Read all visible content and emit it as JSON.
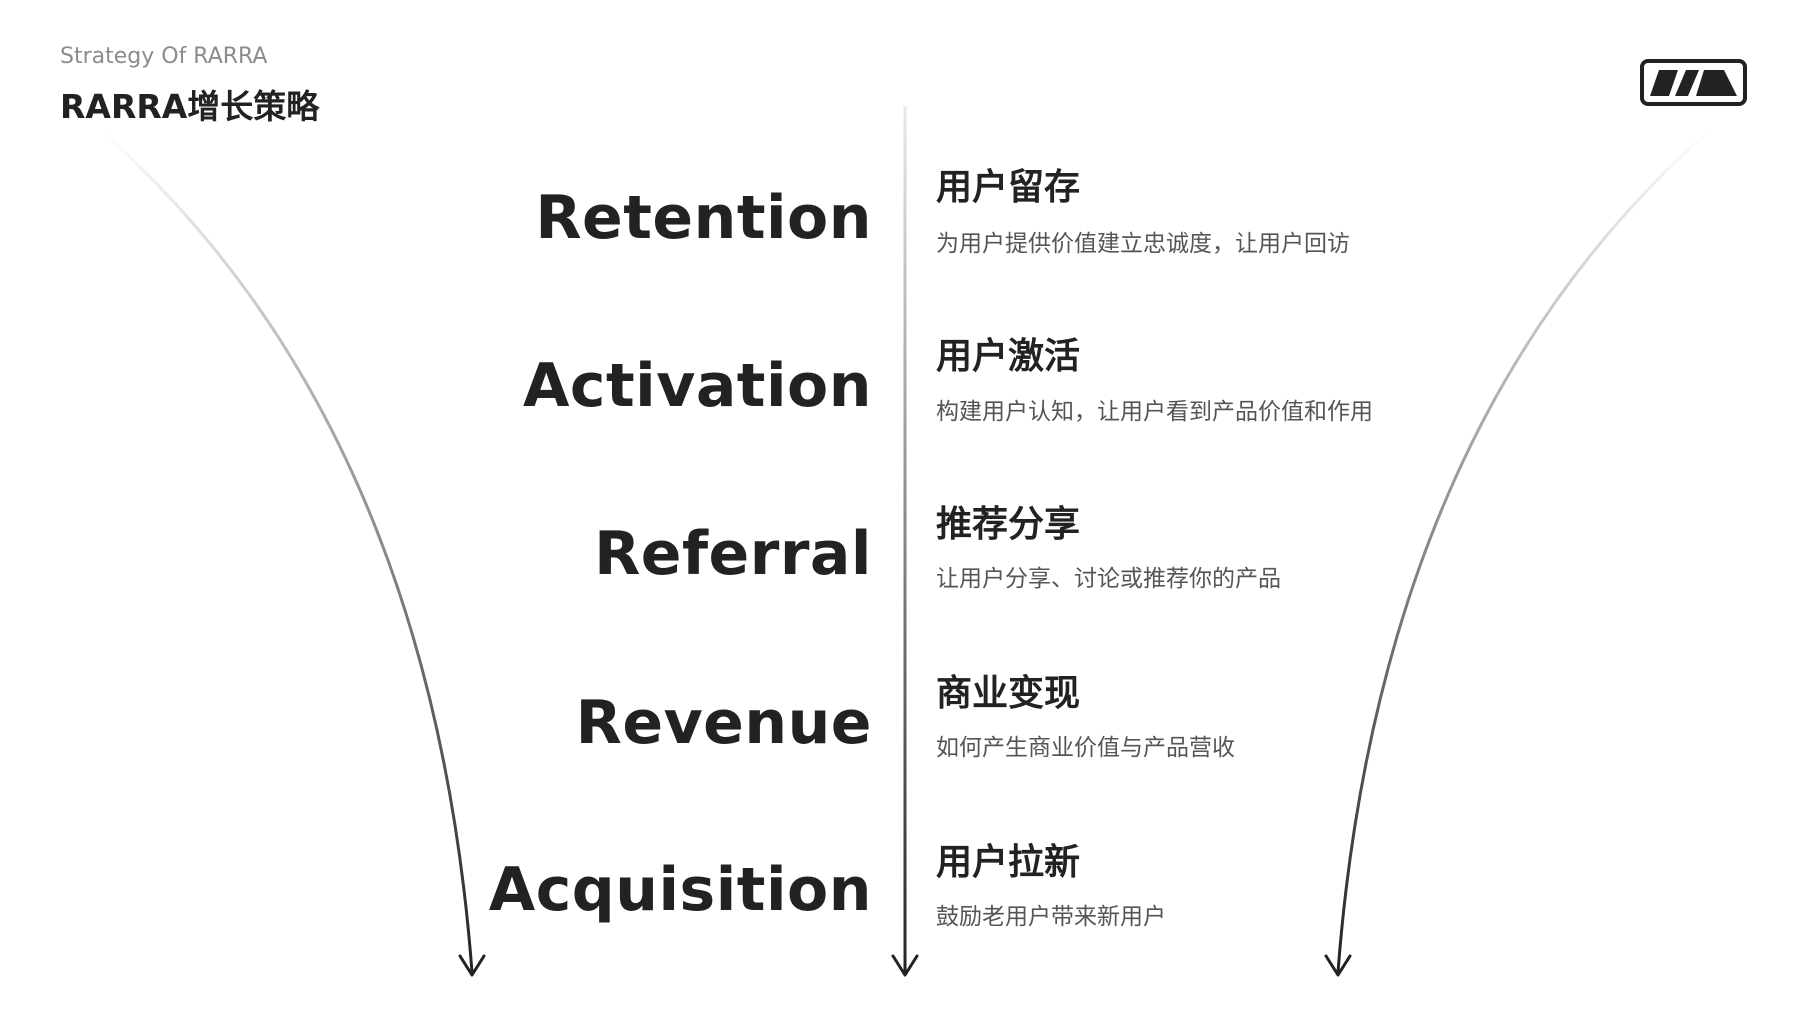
{
  "header": {
    "subtitle": "Strategy Of RARRA",
    "title": "RARRA增长策略"
  },
  "logo": {
    "icon": "brand-logo-icon",
    "color": "#222222"
  },
  "stages": [
    {
      "en": "Retention",
      "cn": "用户留存",
      "desc": "为用户提供价值建立忠诚度，让用户回访"
    },
    {
      "en": "Activation",
      "cn": "用户激活",
      "desc": "构建用户认知，让用户看到产品价值和作用"
    },
    {
      "en": "Referral",
      "cn": "推荐分享",
      "desc": "让用户分享、讨论或推荐你的产品"
    },
    {
      "en": "Revenue",
      "cn": "商业变现",
      "desc": "如何产生商业价值与产品营收"
    },
    {
      "en": "Acquisition",
      "cn": "用户拉新",
      "desc": "鼓励老用户带来新用户"
    }
  ],
  "colors": {
    "text": "#222222",
    "subtitle": "#8c8c8c",
    "description": "#555555",
    "arrow": "#222222"
  }
}
